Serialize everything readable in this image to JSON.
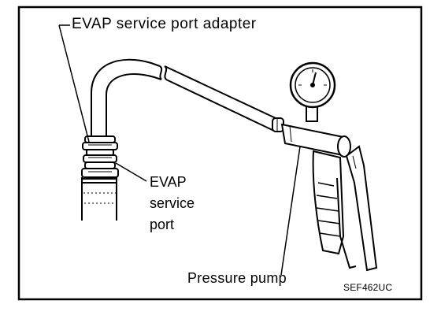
{
  "figure": {
    "labels": {
      "adapter": "EVAP service port adapter",
      "port": "EVAP\nservice\nport",
      "pump": "Pressure pump",
      "code": "SEF462UC"
    }
  }
}
